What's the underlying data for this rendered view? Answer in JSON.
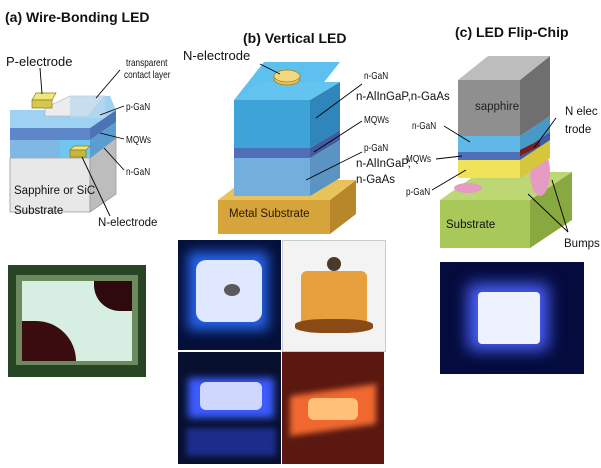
{
  "panels": {
    "a": {
      "title": "(a) Wire-Bonding LED",
      "labels": {
        "p_electrode": "P-electrode",
        "transparent": "transparent",
        "contact_layer": "contact layer",
        "p_gan": "p-GaN",
        "mqws": "MQWs",
        "n_gan": "n-GaN",
        "substrate_line1": "Sapphire or SiC",
        "substrate_line2": "Substrate",
        "n_electrode": "N-electrode"
      }
    },
    "b": {
      "title": "(b) Vertical LED",
      "labels": {
        "n_electrode": "N-electrode",
        "n_gan": "n-GaN",
        "n_alingap": "n-AlInGaP,n-GaAs",
        "mqws": "MQWs",
        "p_gan": "p-GaN",
        "p_alingap": "n-AlInGaP,",
        "p_gaas": "n-GaAs",
        "metal_substrate": "Metal Substrate"
      }
    },
    "c": {
      "title": "(c) LED Flip-Chip",
      "labels": {
        "sapphire": "sapphire",
        "n_elec_1": "N elec",
        "n_elec_2": "trode",
        "n_gan": "n-GaN",
        "mqws": "MQWs",
        "p_gan": "p-GaN",
        "substrate": "Substrate",
        "bumps": "Bumps"
      }
    }
  },
  "colors": {
    "wire_sub": "#d4d4d4",
    "blue_top": "#7ec8ef",
    "blue_side": "#4a9fd4",
    "mqw": "#4f6fb8",
    "gold": "#d8aa3c",
    "green": "#a9c85a",
    "pink": "#e59bc4",
    "sapphire": "#9b9b9b"
  }
}
